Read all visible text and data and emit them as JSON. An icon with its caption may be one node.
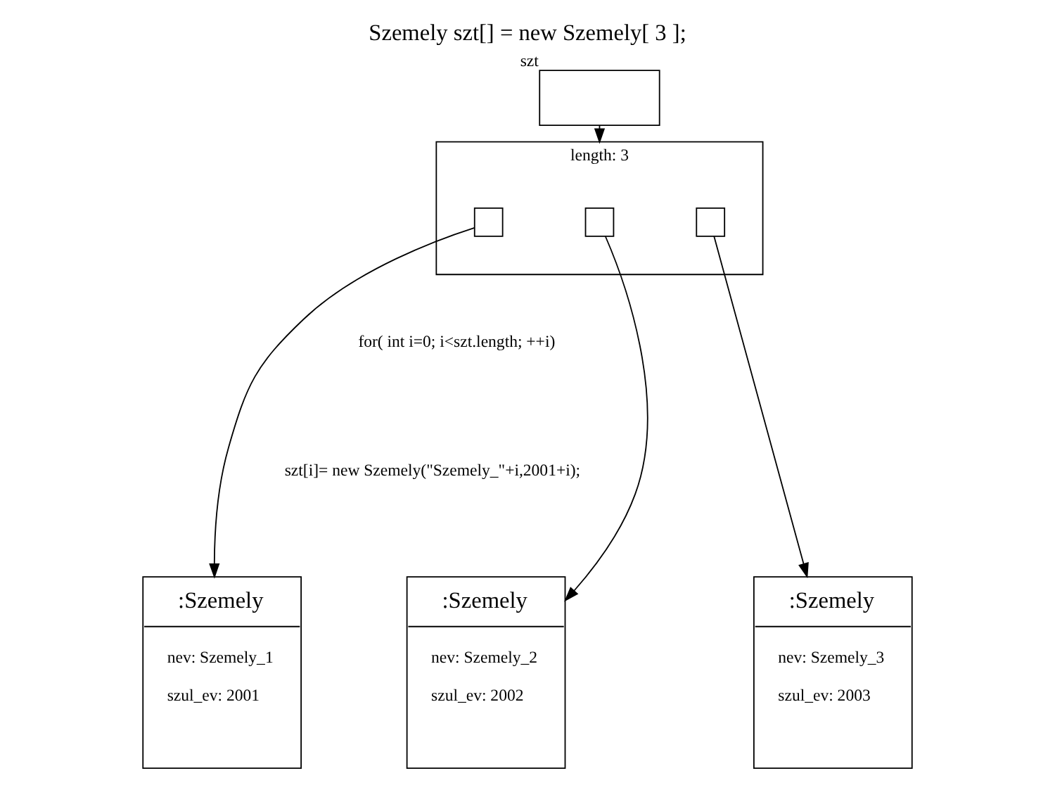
{
  "diagram": {
    "title": "Szemely szt[] = new Szemely[ 3 ];",
    "nodes": [
      {
        "text": [],
        "shape": "box",
        "beside": [
          "szt"
        ]
      },
      {
        "text": [
          "length: 3"
        ]
      },
      {
        "text": [],
        "shape": "box",
        "in": 1
      },
      {
        "text": [],
        "shape": "box",
        "in": 1
      },
      {
        "text": [],
        "shape": "box",
        "in": 1
      },
      {
        "text": [
          ":Szemely",
          "nev: Szemely_1",
          "szul_ev: 2001"
        ]
      },
      {
        "text": [
          ":Szemely",
          "nev: Szemely_2",
          "szul_ev: 2002"
        ]
      },
      {
        "text": [
          ":Szemely",
          "nev: Szemely_3",
          "szul_ev: 2003"
        ]
      }
    ],
    "edges": [
      {
        "from": 0,
        "to": 1,
        "arrow": "to"
      },
      {
        "from": 2,
        "to": 5,
        "arrow": "to"
      },
      {
        "from": 3,
        "to": 6,
        "arrow": "to"
      },
      {
        "from": 4,
        "to": 7,
        "arrow": "to"
      }
    ],
    "labels": [
      "for( int i=0; i<szt.length; ++i)",
      "szt[i]= new Szemely(\"Szemely_\"+i,2001+i);"
    ]
  }
}
